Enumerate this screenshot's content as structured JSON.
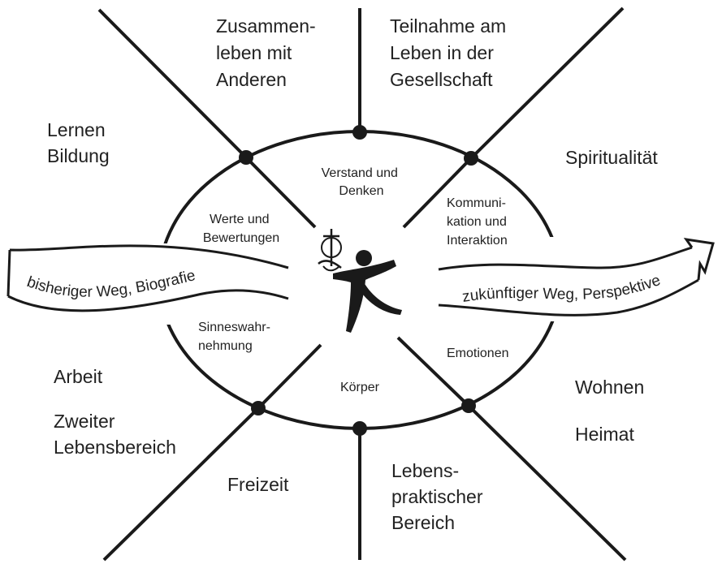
{
  "outer_labels": {
    "top_center_left": [
      "Zusammen-",
      "leben mit",
      "Anderen"
    ],
    "top_center_right": [
      "Teilnahme am",
      "Leben in der",
      "Gesellschaft"
    ],
    "left_upper": [
      "Lernen",
      "Bildung"
    ],
    "right_upper": [
      "Spiritualität"
    ],
    "left_lower_a": [
      "Arbeit"
    ],
    "left_lower_b": [
      "Zweiter",
      "Lebensbereich"
    ],
    "right_lower_a": [
      "Wohnen"
    ],
    "right_lower_b": [
      "Heimat"
    ],
    "bottom_left": [
      "Freizeit"
    ],
    "bottom_right": [
      "Lebens-",
      "praktischer",
      "Bereich"
    ]
  },
  "inner_labels": {
    "top": [
      "Verstand und",
      "Denken"
    ],
    "upper_left": [
      "Werte und",
      "Bewertungen"
    ],
    "upper_right": [
      "Kommuni-",
      "kation und",
      "Interaktion"
    ],
    "lower_left": [
      "Sinneswahr-",
      "nehmung"
    ],
    "lower_right": [
      "Emotionen"
    ],
    "bottom": [
      "Körper"
    ]
  },
  "bands": {
    "past": "bisheriger Weg, Biografie",
    "future": "zukünftiger Weg, Perspektive"
  },
  "colors": {
    "ink": "#1a1a1a",
    "background": "#ffffff"
  },
  "icons": {
    "center": "person-with-cross-logo"
  }
}
